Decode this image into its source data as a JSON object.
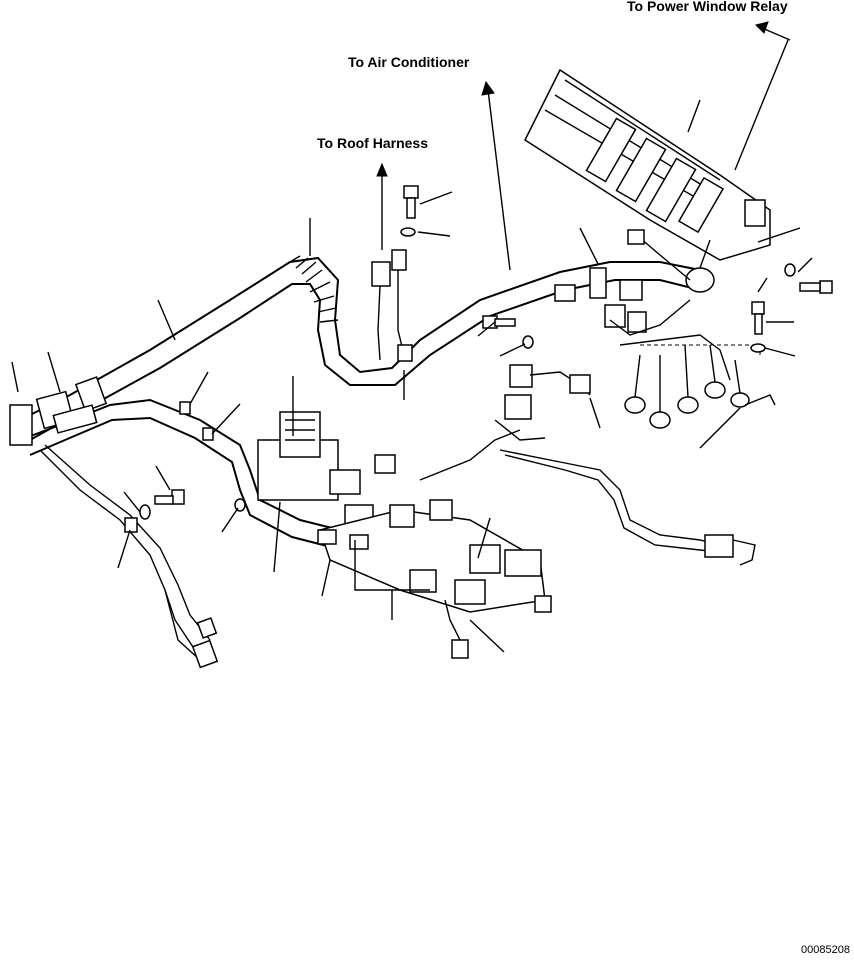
{
  "labels": {
    "power_window_relay": "To Power Window Relay",
    "air_conditioner": "To Air Conditioner",
    "roof_harness": "To Roof Harness"
  },
  "document_id": "00085208"
}
